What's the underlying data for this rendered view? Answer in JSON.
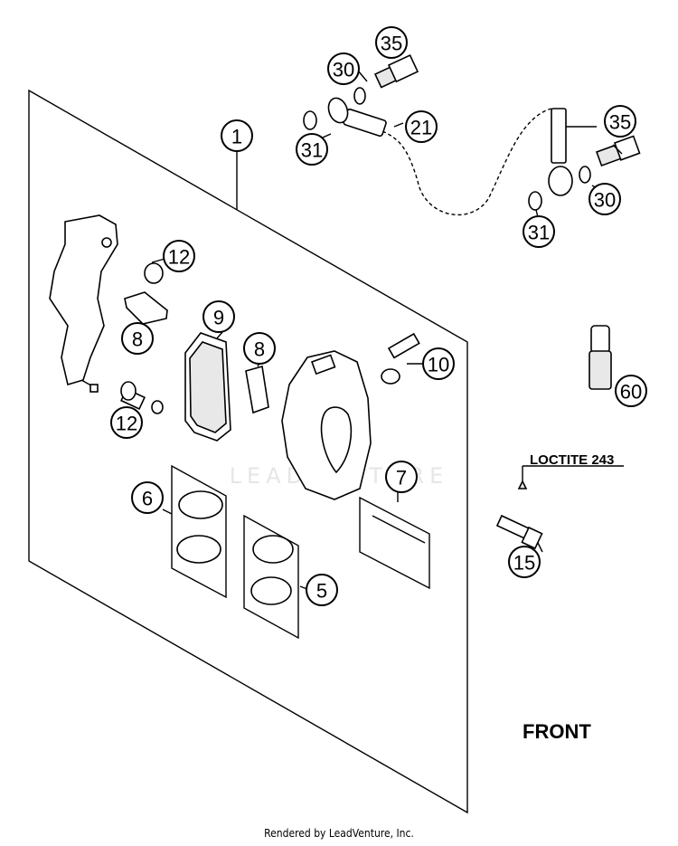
{
  "diagram": {
    "callouts": [
      {
        "id": "c1",
        "label": "1"
      },
      {
        "id": "c35a",
        "label": "35"
      },
      {
        "id": "c30a",
        "label": "30"
      },
      {
        "id": "c21",
        "label": "21"
      },
      {
        "id": "c31a",
        "label": "31"
      },
      {
        "id": "c35b",
        "label": "35"
      },
      {
        "id": "c30b",
        "label": "30"
      },
      {
        "id": "c31b",
        "label": "31"
      },
      {
        "id": "c12a",
        "label": "12"
      },
      {
        "id": "c8a",
        "label": "8"
      },
      {
        "id": "c9",
        "label": "9"
      },
      {
        "id": "c8b",
        "label": "8"
      },
      {
        "id": "c10",
        "label": "10"
      },
      {
        "id": "c12b",
        "label": "12"
      },
      {
        "id": "c60",
        "label": "60"
      },
      {
        "id": "c6",
        "label": "6"
      },
      {
        "id": "c7",
        "label": "7"
      },
      {
        "id": "c5",
        "label": "5"
      },
      {
        "id": "c15",
        "label": "15"
      }
    ],
    "loctite_label": "LOCTITE 243",
    "front_label": "FRONT",
    "watermark": "LEADVENTURE",
    "footer": "Rendered by LeadVenture, Inc."
  }
}
